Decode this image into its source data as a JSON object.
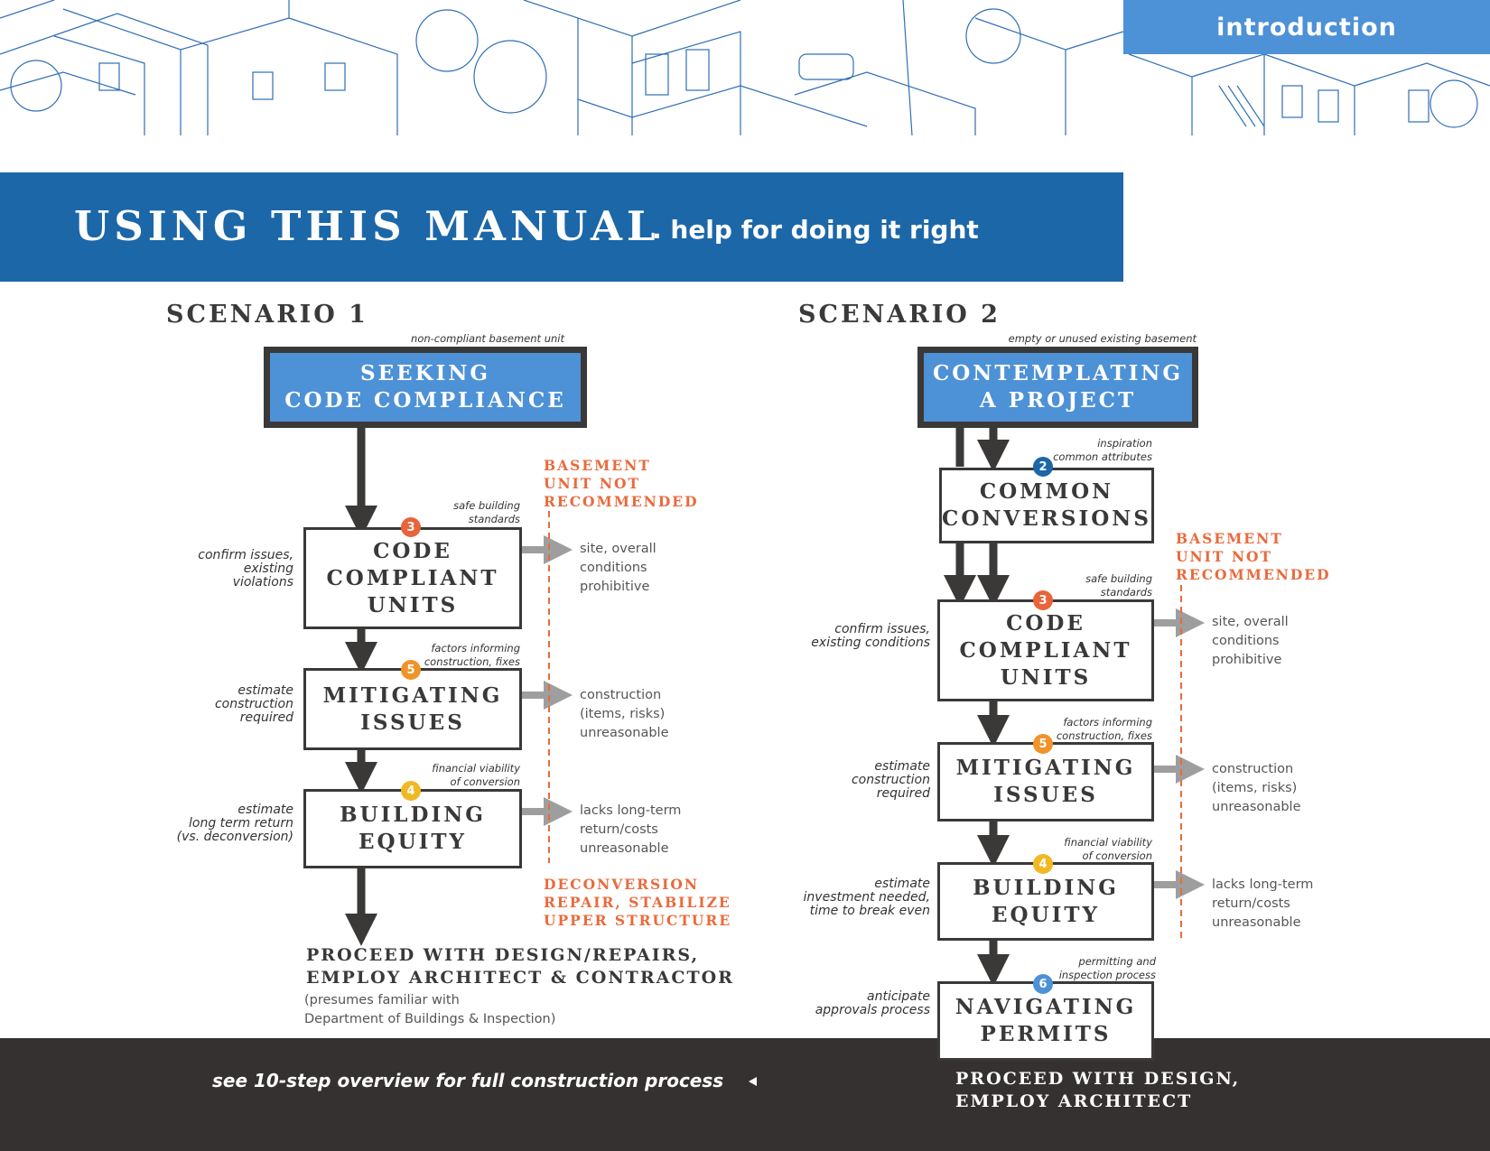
{
  "header": {
    "tab_label": "introduction",
    "title": "USING THIS MANUAL",
    "subtitle": ". help for doing it right"
  },
  "scenario1": {
    "title": "SCENARIO 1",
    "start_note": "non-compliant basement unit",
    "start_box": [
      "SEEKING",
      "CODE COMPLIANCE"
    ],
    "warning_top": [
      "BASEMENT",
      "UNIT NOT",
      "RECOMMENDED"
    ],
    "warning_bottom": [
      "DECONVERSION",
      "REPAIR, STABILIZE",
      "UPPER STRUCTURE"
    ],
    "steps": [
      {
        "badge": "3",
        "badge_color": "#e8643a",
        "note": [
          "safe building",
          "standards"
        ],
        "side": [
          "confirm issues,",
          "existing",
          "violations"
        ],
        "box": [
          "CODE",
          "COMPLIANT",
          "UNITS"
        ],
        "outcome": [
          "site, overall",
          "conditions",
          "prohibitive"
        ]
      },
      {
        "badge": "5",
        "badge_color": "#f0932a",
        "note": [
          "factors informing",
          "construction, fixes"
        ],
        "side": [
          "estimate",
          "construction",
          "required"
        ],
        "box": [
          "MITIGATING",
          "ISSUES"
        ],
        "outcome": [
          "construction",
          "(items, risks)",
          "unreasonable"
        ]
      },
      {
        "badge": "4",
        "badge_color": "#f2b824",
        "note": [
          "financial viability",
          "of conversion"
        ],
        "side": [
          "estimate",
          "long term return",
          "(vs. deconversion)"
        ],
        "box": [
          "BUILDING",
          "EQUITY"
        ],
        "outcome": [
          "lacks long-term",
          "return/costs",
          "unreasonable"
        ]
      }
    ],
    "proceed": [
      "PROCEED WITH DESIGN/REPAIRS,",
      "EMPLOY ARCHITECT & CONTRACTOR"
    ],
    "proceed_note": [
      "(presumes familiar with",
      "Department of Buildings & Inspection)"
    ]
  },
  "scenario2": {
    "title": "SCENARIO 2",
    "start_note": "empty or unused  existing basement",
    "start_box": [
      "CONTEMPLATING",
      "A PROJECT"
    ],
    "warning": [
      "BASEMENT",
      "UNIT NOT",
      "RECOMMENDED"
    ],
    "steps": [
      {
        "badge": "2",
        "badge_color": "#1c67a8",
        "note": [
          "inspiration",
          "common attributes"
        ],
        "side": [],
        "box": [
          "COMMON",
          "CONVERSIONS"
        ],
        "outcome": []
      },
      {
        "badge": "3",
        "badge_color": "#e8643a",
        "note": [
          "safe building",
          "standards"
        ],
        "side": [
          "confirm issues,",
          "existing conditions"
        ],
        "box": [
          "CODE",
          "COMPLIANT",
          "UNITS"
        ],
        "outcome": [
          "site, overall",
          "conditions",
          "prohibitive"
        ]
      },
      {
        "badge": "5",
        "badge_color": "#f0932a",
        "note": [
          "factors informing",
          "construction, fixes"
        ],
        "side": [
          "estimate",
          "construction",
          "required"
        ],
        "box": [
          "MITIGATING",
          "ISSUES"
        ],
        "outcome": [
          "construction",
          "(items, risks)",
          "unreasonable"
        ]
      },
      {
        "badge": "4",
        "badge_color": "#f2b824",
        "note": [
          "financial viability",
          "of conversion"
        ],
        "side": [
          "estimate",
          "investment needed,",
          "time to break even"
        ],
        "box": [
          "BUILDING",
          "EQUITY"
        ],
        "outcome": [
          "lacks long-term",
          "return/costs",
          "unreasonable"
        ]
      },
      {
        "badge": "6",
        "badge_color": "#4d91d6",
        "note": [
          "permitting and",
          "inspection process"
        ],
        "side": [
          "anticipate",
          "approvals process"
        ],
        "box": [
          "NAVIGATING",
          "PERMITS"
        ],
        "outcome": []
      }
    ],
    "proceed": [
      "PROCEED WITH DESIGN,",
      "EMPLOY ARCHITECT"
    ]
  },
  "footer": {
    "see_text": "see 10-step overview for full construction process"
  }
}
